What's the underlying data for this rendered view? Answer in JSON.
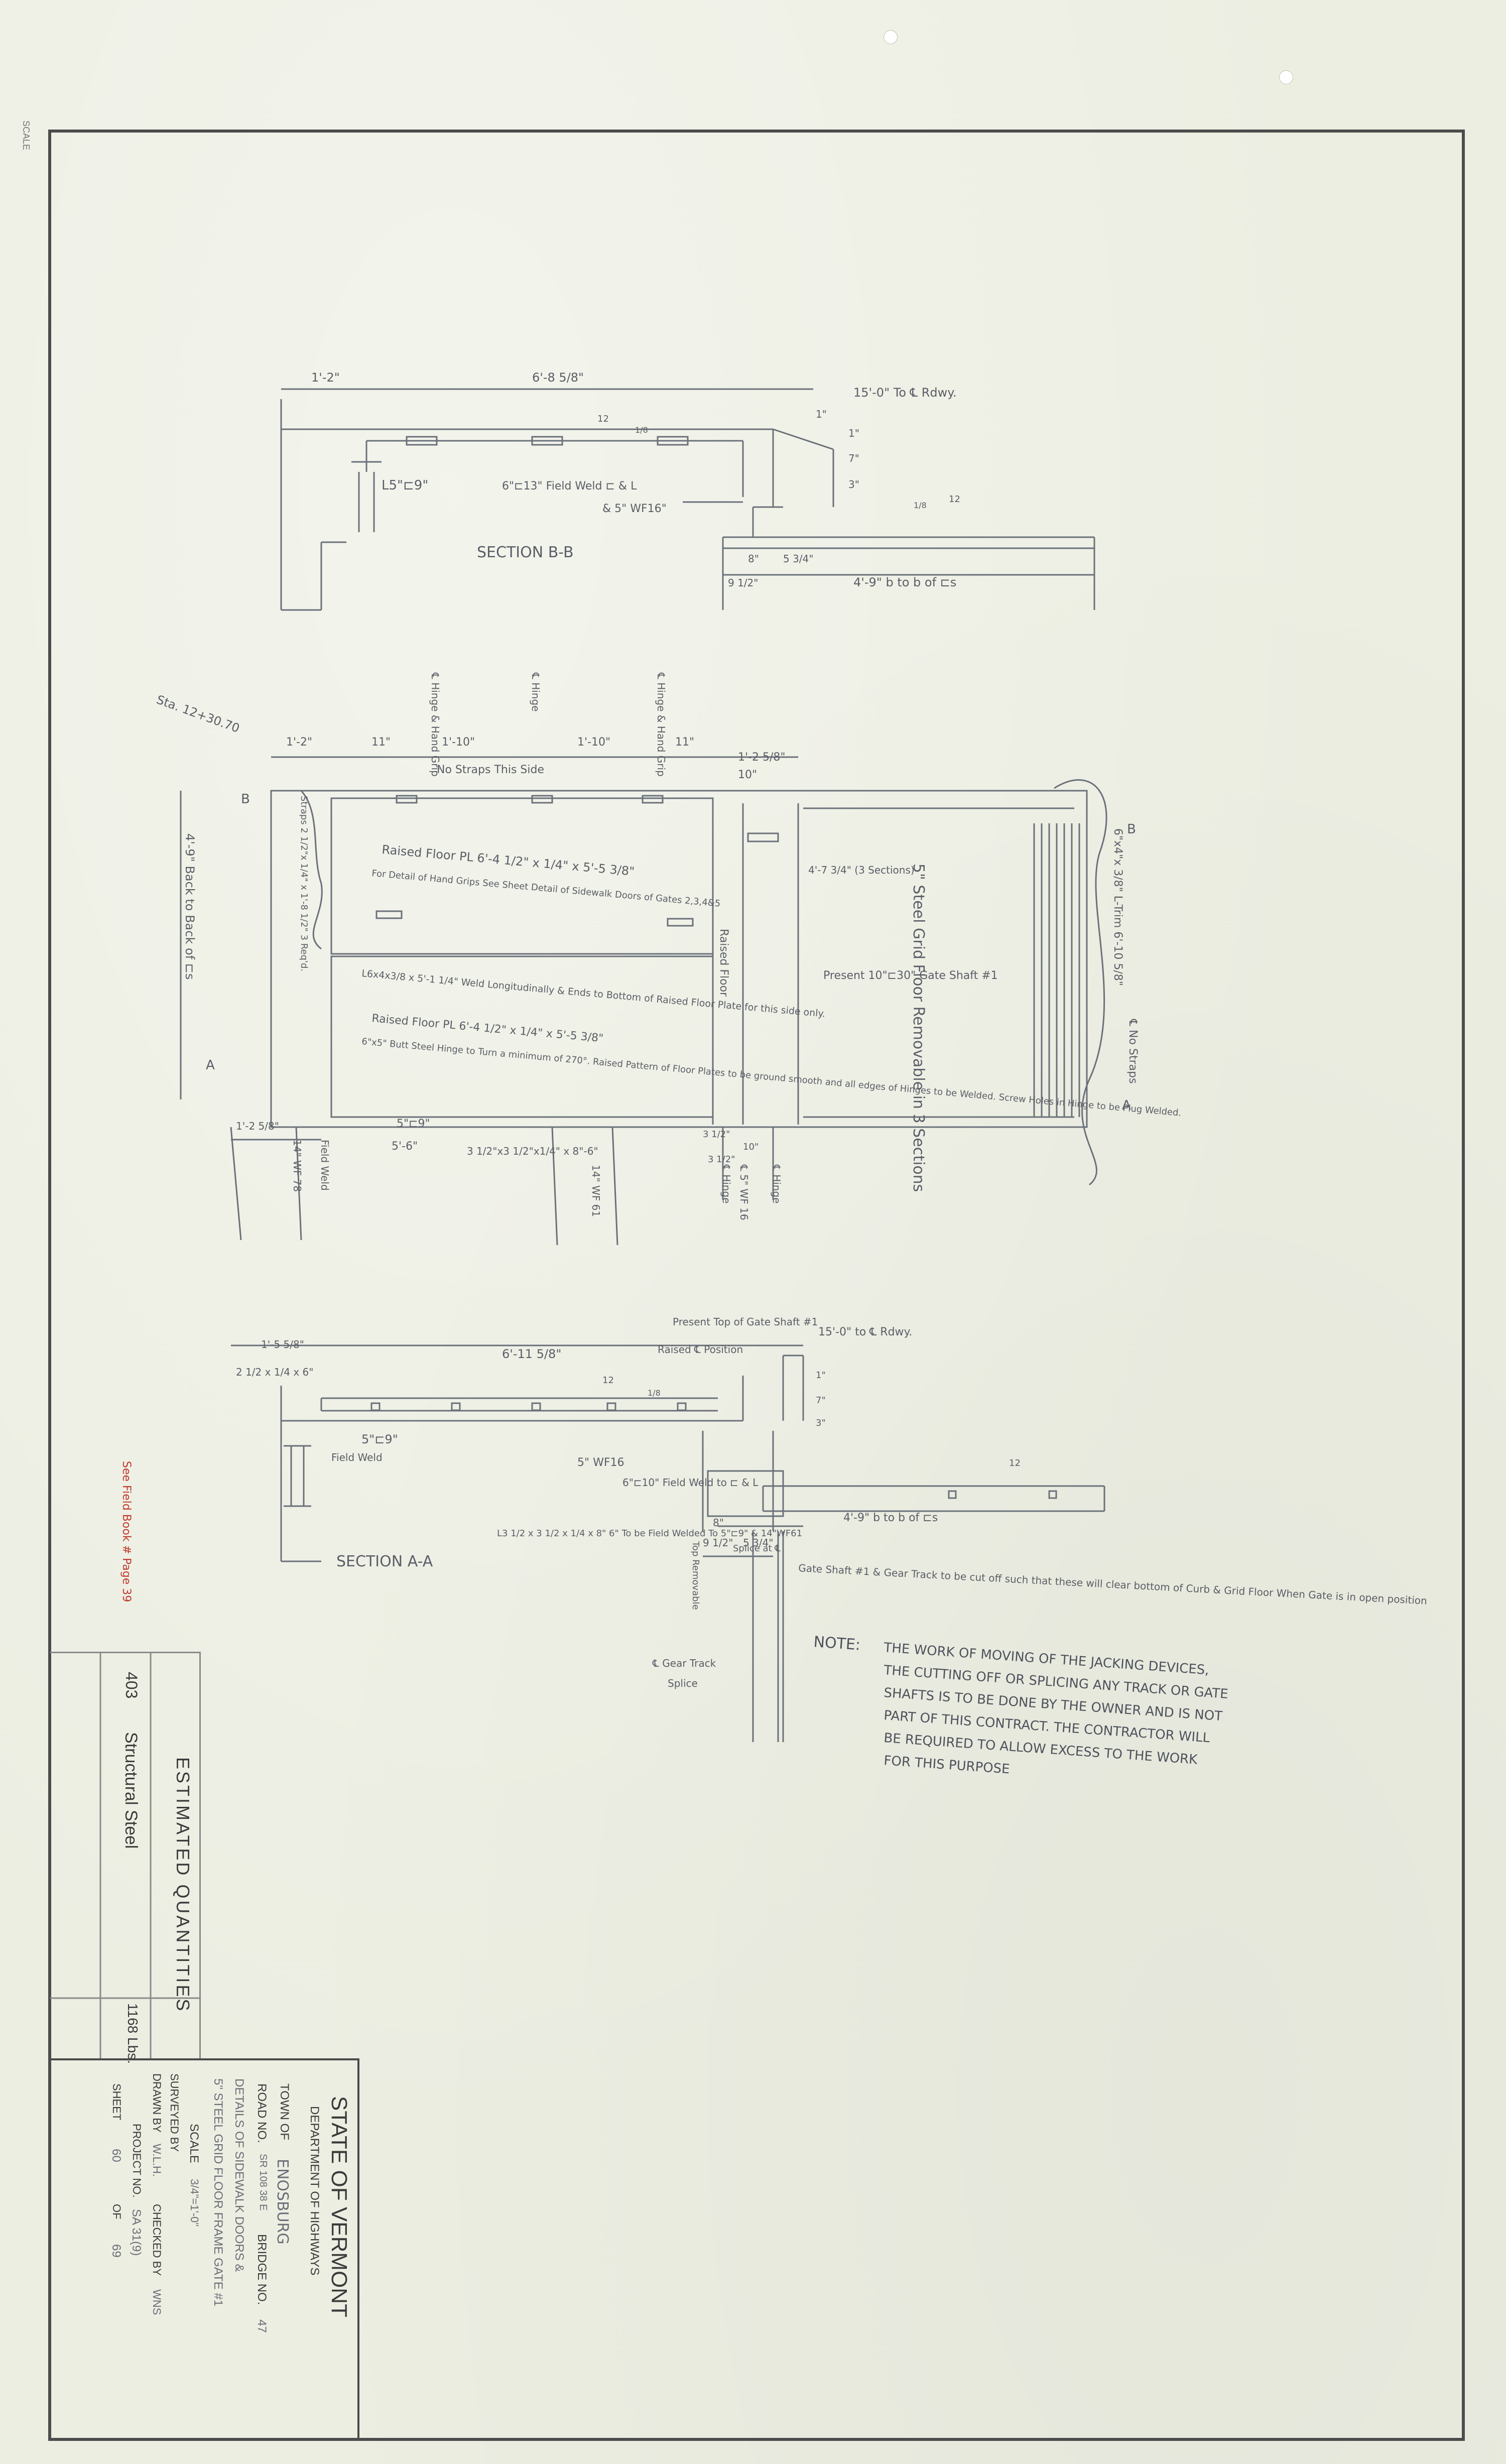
{
  "margin_mark": "SCALE",
  "section_bb": {
    "title": "SECTION B-B",
    "dims": {
      "d1": "1'-2\"",
      "d2": "6'-8 5/8\"",
      "d3": "15'-0\" To ℄ Rdwy.",
      "d4": "1\"",
      "d5": "1\"",
      "d6": "7\"",
      "d7": "3\"",
      "d8": "8\"",
      "d9": "5 3/4\"",
      "d10": "9 1/2\"",
      "d11": "4'-9\" b to b of ⊏s",
      "slope1": "12",
      "slope1b": "1/8",
      "slope2": "12",
      "slope2b": "1/8"
    },
    "labels": {
      "channel": "L5\"⊏9\"",
      "weld": "6\"⊏13\" Field Weld ⊏ & L",
      "beam": "& 5\" WF16\""
    }
  },
  "plan": {
    "station": "Sta. 12+30.70",
    "top_dims": [
      "1'-2\"",
      "11\"",
      "1'-10\"",
      "1'-10\"",
      "11\"",
      "1'-2 5/8\"",
      "10\""
    ],
    "callouts": {
      "hinge_grip_left": "℄ Hinge & Hand Grip",
      "hinge": "℄ Hinge",
      "hinge_grip_right": "℄ Hinge & Hand Grip"
    },
    "no_straps": "No Straps This Side",
    "raised_floor_1": "Raised Floor PL 6'-4 1/2\" x 1/4\" x 5'-5 3/8\"",
    "hand_grip_note": "For Detail of Hand Grips See Sheet Detail of Sidewalk Doors of Gates 2,3,4&5",
    "angle_weld": "L6x4x3/8 x 5'-1 1/4\" Weld Longitudinally & Ends to Bottom of Raised Floor Plate for this side only.",
    "raised_floor_2": "Raised Floor PL 6'-4 1/2\" x 1/4\" x 5'-5 3/8\"",
    "butt_hinge": "6\"x5\" Butt Steel Hinge to Turn a minimum of 270°. Raised Pattern of Floor Plates to be ground smooth and all edges of Hinges to be Welded. Screw Holes in Hinge to be Plug Welded.",
    "grid_floor": "5\" Steel Grid Floor Removable in 3 Sections",
    "grid_sections": "4'-7 3/4\" (3 Sections)",
    "present_channel": "Present 10\"⊏30\" Gate Shaft #1",
    "raised_floor_3": "Raised Floor",
    "straps_left": "Straps 2 1/2\"x 1/4\" x 1'-8 1/2\" 3 Req'd.",
    "trim": "6\"x4\"x 3/8\" L-Trim 6'-10 5/8\"",
    "no_straps_right": "℄ No Straps",
    "back_to_back": "4'-9\" Back to Back of ⊏s",
    "bottom_dims": [
      "1'-2 5/8\"",
      "5'-6\"",
      "5\"⊏9\"",
      "3 1/2\"x3 1/2\"x1/4\" x 8\"-6\""
    ],
    "bottom_right": [
      "3 1/2\"",
      "10\"",
      "3 1/2\""
    ],
    "beams": {
      "wf_left": "14\" WF 78",
      "field_weld": "Field Weld",
      "wf_mid": "14\" WF 61",
      "wf_right": "℄ 5\" WF 16",
      "hinge_left": "℄ Hinge",
      "hinge_right": "℄ Hinge"
    },
    "cut_a": "A",
    "cut_b": "B"
  },
  "section_aa": {
    "title": "SECTION A-A",
    "present_top": "Present Top of Gate Shaft #1",
    "raised_position": "Raised ℄ Position",
    "d_rdwy": "15'-0\" to ℄ Rdwy.",
    "d_left": "1'-5 5/8\"",
    "d_main": "6'-11 5/8\"",
    "angle": "2 1/2 x 1/4 x 6\"",
    "channel": "5\"⊏9\"",
    "field_weld": "Field Weld",
    "beam_16": "5\" WF16",
    "ch_10": "6\"⊏10\" Field Weld to ⊏ & L",
    "angle2": "L3 1/2 x 3 1/2 x 1/4 x 8\" 6\" To be Field Welded To 5\"⊏9\" & 14\"WF61",
    "dims_small": [
      "8\"",
      "9 1/2\"",
      "5 3/4\"",
      "1\"",
      "7\"",
      "3\"",
      "4'-9\" b to b of ⊏s",
      "12",
      "12",
      "1/8"
    ],
    "top_removable": "Top Removable",
    "splice": "Splice at ℄",
    "gear_track": "℄ Gear Track",
    "splice2": "Splice",
    "gate_note": "Gate Shaft #1 & Gear Track to be cut off such that these will clear bottom of Curb & Grid Floor When Gate is in open position",
    "field_book": "See Field Book # Page 39"
  },
  "note": {
    "label": "NOTE:",
    "lines": [
      "THE WORK OF MOVING OF THE JACKING DEVICES,",
      "THE CUTTING OFF OR SPLICING ANY TRACK OR GATE",
      "SHAFTS IS TO BE DONE BY THE OWNER AND IS NOT",
      "PART OF THIS CONTRACT. THE CONTRACTOR WILL",
      "BE REQUIRED TO ALLOW EXCESS TO THE WORK",
      "FOR THIS PURPOSE"
    ]
  },
  "quantities": {
    "title": "ESTIMATED QUANTITIES",
    "item_no": "403",
    "item": "Structural Steel",
    "qty": "1168 Lbs."
  },
  "title_block": {
    "state": "STATE OF VERMONT",
    "dept": "DEPARTMENT OF HIGHWAYS",
    "town_label": "TOWN OF",
    "town": "ENOSBURG",
    "road_label": "ROAD NO.",
    "road": "SR 108 38 E",
    "bridge_label": "BRIDGE NO.",
    "bridge": "47",
    "desc1": "DETAILS OF SIDEWALK DOORS &",
    "desc2": "5\" STEEL GRID FLOOR FRAME GATE #1",
    "scale_label": "SCALE",
    "scale": "3/4\"=1'-0\"",
    "surveyed_label": "SURVEYED BY",
    "surveyed": "",
    "drawn_label": "DRAWN BY",
    "drawn": "W.L.H.",
    "checked_label": "CHECKED BY",
    "checked": "WNS",
    "project_label": "PROJECT NO.",
    "project": "SA 31(9)",
    "sheet_label": "SHEET",
    "sheet": "60",
    "of_label": "OF",
    "sheets": "69"
  }
}
